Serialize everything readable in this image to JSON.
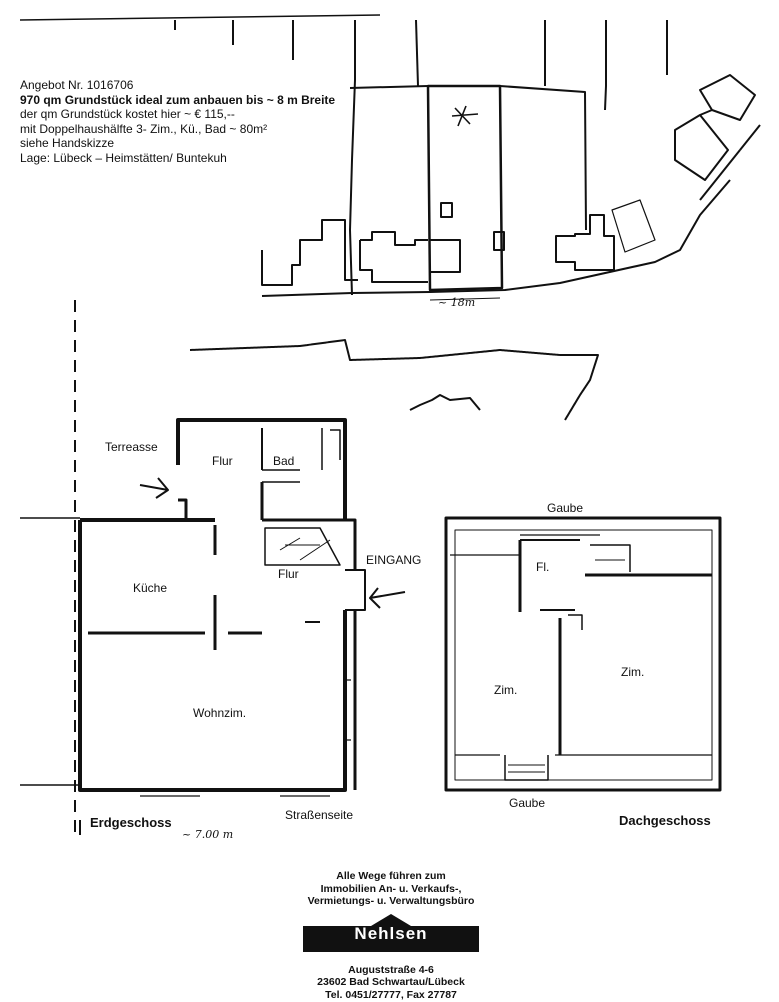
{
  "header": {
    "offer": "Angebot Nr. 1016706",
    "headline": "970 qm Grundstück ideal zum anbauen bis ~ 8 m Breite",
    "price": "der qm Grundstück kostet hier ~ € 115,--",
    "house": "mit Doppelhaushälfte 3- Zim., Kü., Bad ~ 80m²",
    "sketch": "siehe Handskizze",
    "location": "Lage: Lübeck – Heimstätten/ Buntekuh"
  },
  "sketch": {
    "width_note": "~ 18m"
  },
  "erdgeschoss": {
    "terrasse": "Terreasse",
    "flur_top": "Flur",
    "bad": "Bad",
    "kueche": "Küche",
    "flur": "Flur",
    "eingang": "EINGANG",
    "wohnzimmer": "Wohnzim.",
    "strassenseite": "Straßenseite",
    "title": "Erdgeschoss",
    "width_note": "~ 7.00 m"
  },
  "dachgeschoss": {
    "gaube_top": "Gaube",
    "fl": "Fl.",
    "zim_left": "Zim.",
    "zim_right": "Zim.",
    "gaube_bottom": "Gaube",
    "title": "Dachgeschoss"
  },
  "footer": {
    "line1": "Alle Wege führen zum",
    "line2": "Immobilien An- u. Verkaufs-,",
    "line3": "Vermietungs- u. Verwaltungsbüro",
    "brand": "Nehlsen",
    "street": "Auguststraße 4-6",
    "city": "23602 Bad Schwartau/Lübeck",
    "phone": "Tel. 0451/27777, Fax 27787"
  }
}
